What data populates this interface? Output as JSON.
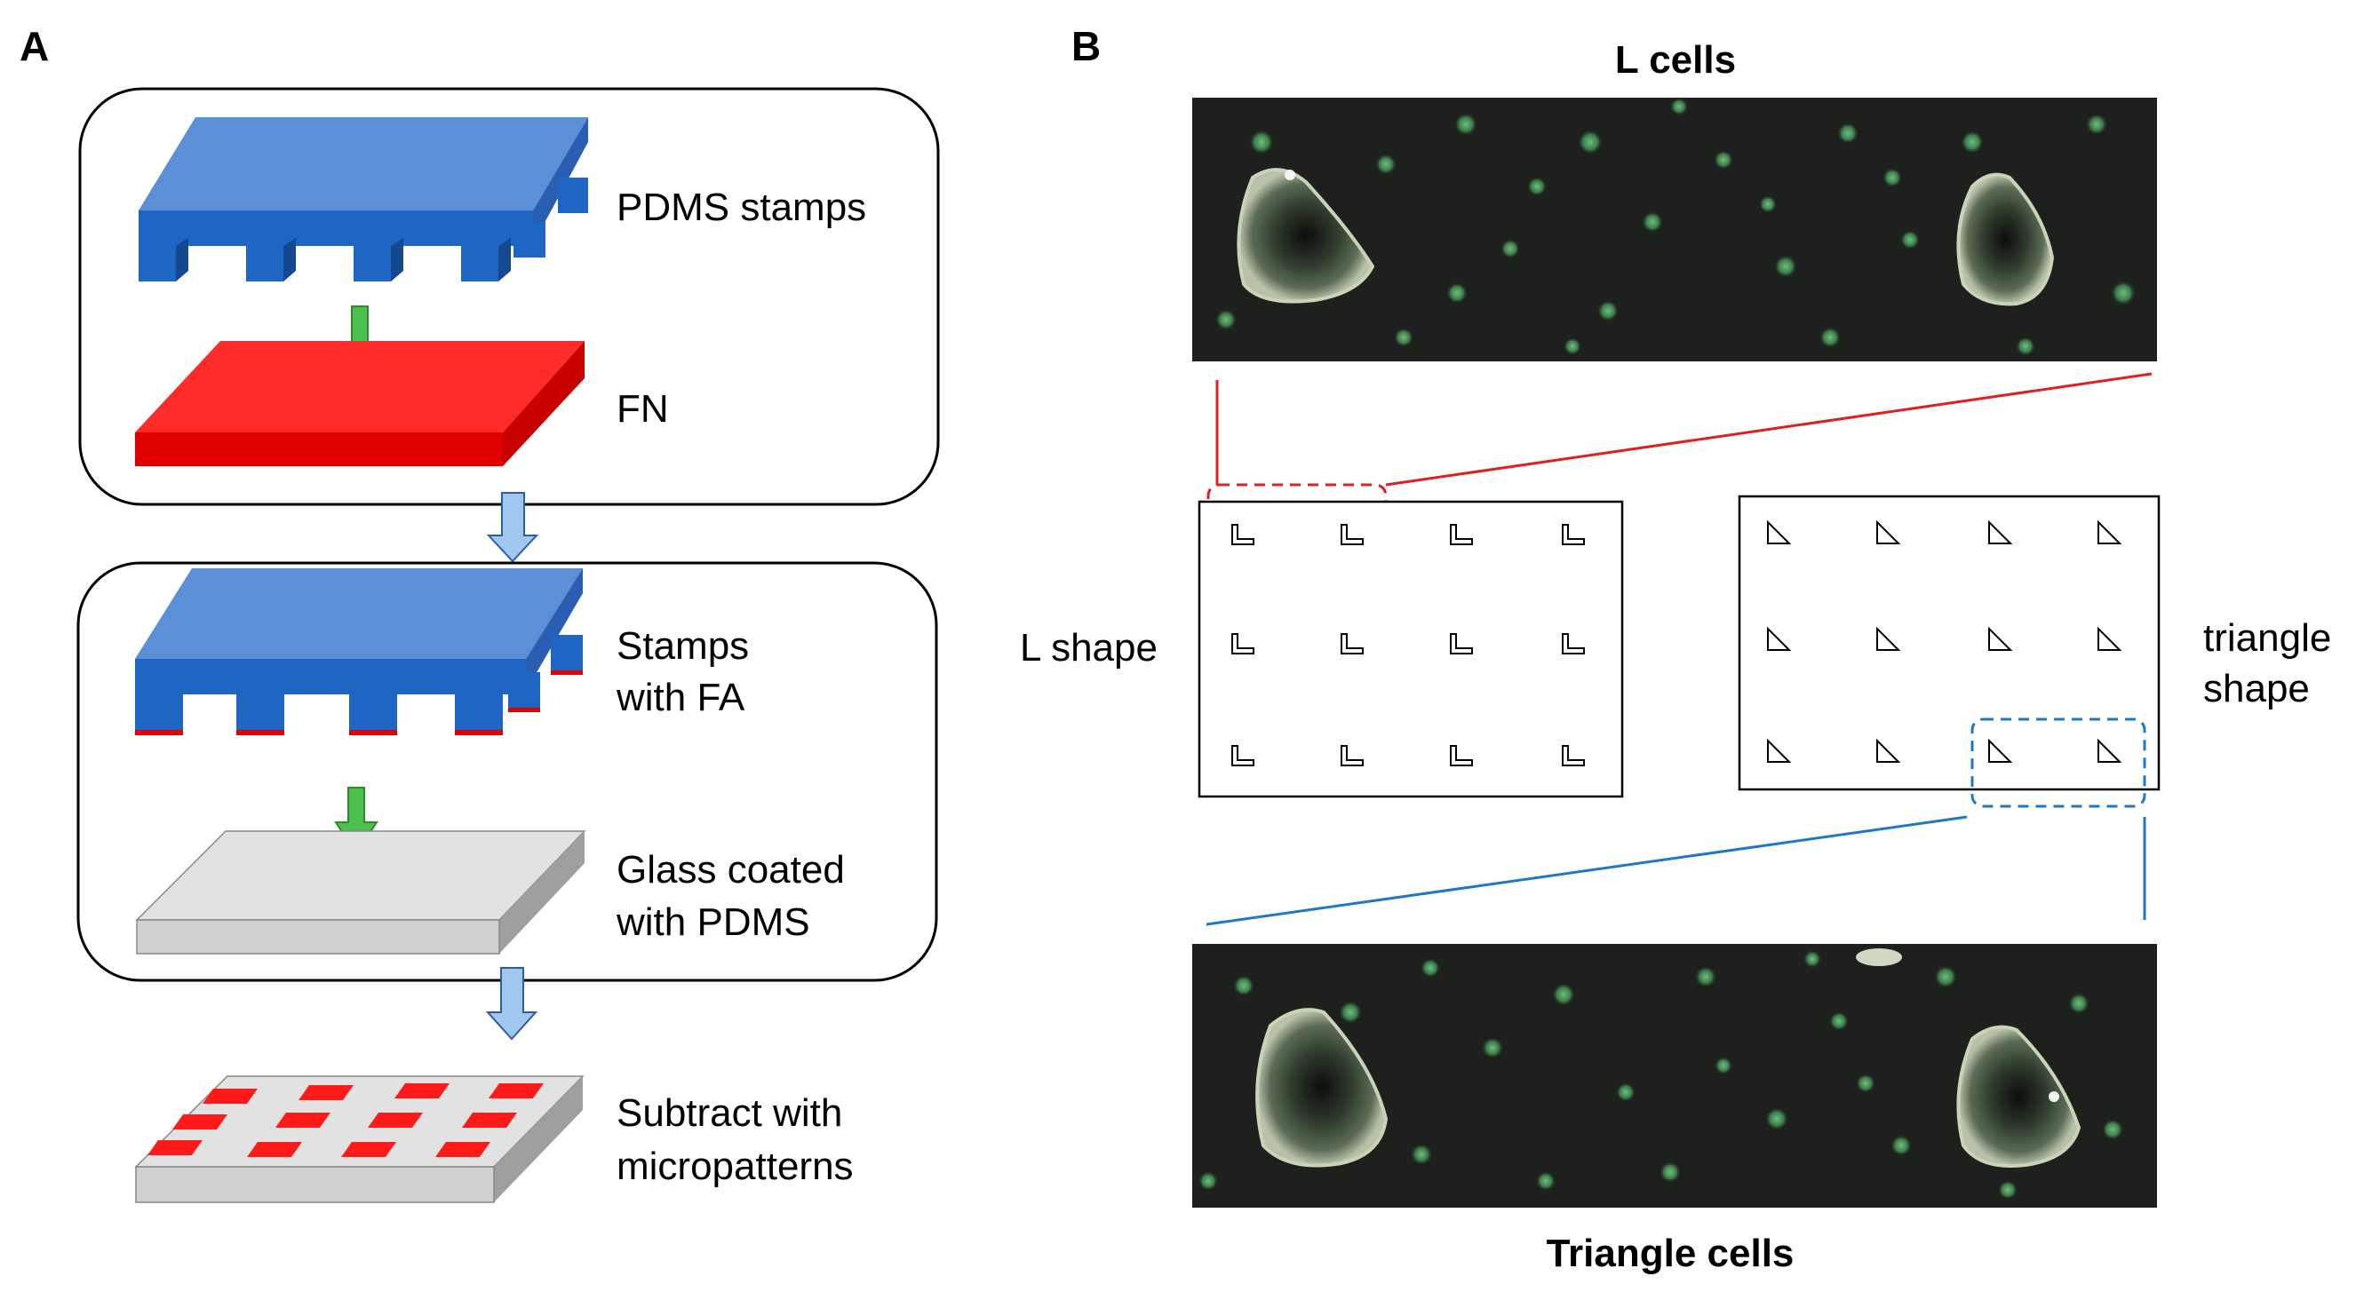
{
  "panel_a": {
    "label": "A",
    "steps": {
      "pdms_stamps": "PDMS stamps",
      "fn": "FN",
      "stamps_fa_line1": "Stamps",
      "stamps_fa_line2": "with FA",
      "glass_line1": "Glass coated",
      "glass_line2": "with PDMS",
      "subtract_line1": "Subtract with",
      "subtract_line2": "micropatterns"
    }
  },
  "panel_b": {
    "label": "B",
    "l_cells_title": "L cells",
    "triangle_cells_title": "Triangle cells",
    "l_shape_label": "L shape",
    "triangle_shape_line1": "triangle",
    "triangle_shape_line2": "shape"
  },
  "colors": {
    "stamp_top": "#5b8fd6",
    "stamp_front": "#1f66c4",
    "stamp_side": "#2a5eb3",
    "fn_top": "#ff2a2a",
    "fn_front": "#e00000",
    "glass_top": "#e2e2e2",
    "glass_front": "#d0d0d0",
    "glass_side": "#9f9f9f",
    "arrow_green": "#4cc04c",
    "arrow_blue": "#9fc7ef",
    "zoom_red": "#e02020",
    "zoom_blue": "#1e78c8",
    "micrograph_bg": "#1e201d"
  },
  "icons": [
    "down-arrow-icon",
    "l-shape-icon",
    "triangle-shape-icon"
  ]
}
